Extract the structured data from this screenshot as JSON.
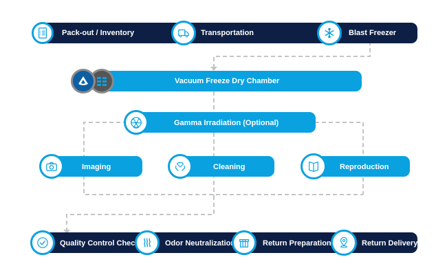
{
  "diagram": {
    "top_row": [
      {
        "label": "Pack-out / Inventory",
        "icon": "checklist-icon"
      },
      {
        "label": "Transportation",
        "icon": "truck-icon"
      },
      {
        "label": "Blast Freezer",
        "icon": "snowflake-icon"
      }
    ],
    "chamber": {
      "label": "Vacuum Freeze Dry Chamber",
      "icons": [
        "chamber-logo-icon",
        "grid-icon"
      ]
    },
    "gamma": {
      "label": "Gamma Irradiation (Optional)",
      "icon": "radiation-icon"
    },
    "middle_row": [
      {
        "label": "Imaging",
        "icon": "camera-icon"
      },
      {
        "label": "Cleaning",
        "icon": "hands-diamond-icon"
      },
      {
        "label": "Reproduction",
        "icon": "book-icon"
      }
    ],
    "bottom_row": [
      {
        "label": "Quality Control Check",
        "icon": "checkmark-icon"
      },
      {
        "label": "Odor Neutralization",
        "icon": "heat-waves-icon"
      },
      {
        "label": "Return Preparation",
        "icon": "package-icon"
      },
      {
        "label": "Return Delivery",
        "icon": "location-pin-icon"
      }
    ],
    "colors": {
      "dark": "#0d1f45",
      "blue": "#0aa1e0",
      "connector": "#bdbdbd"
    }
  }
}
